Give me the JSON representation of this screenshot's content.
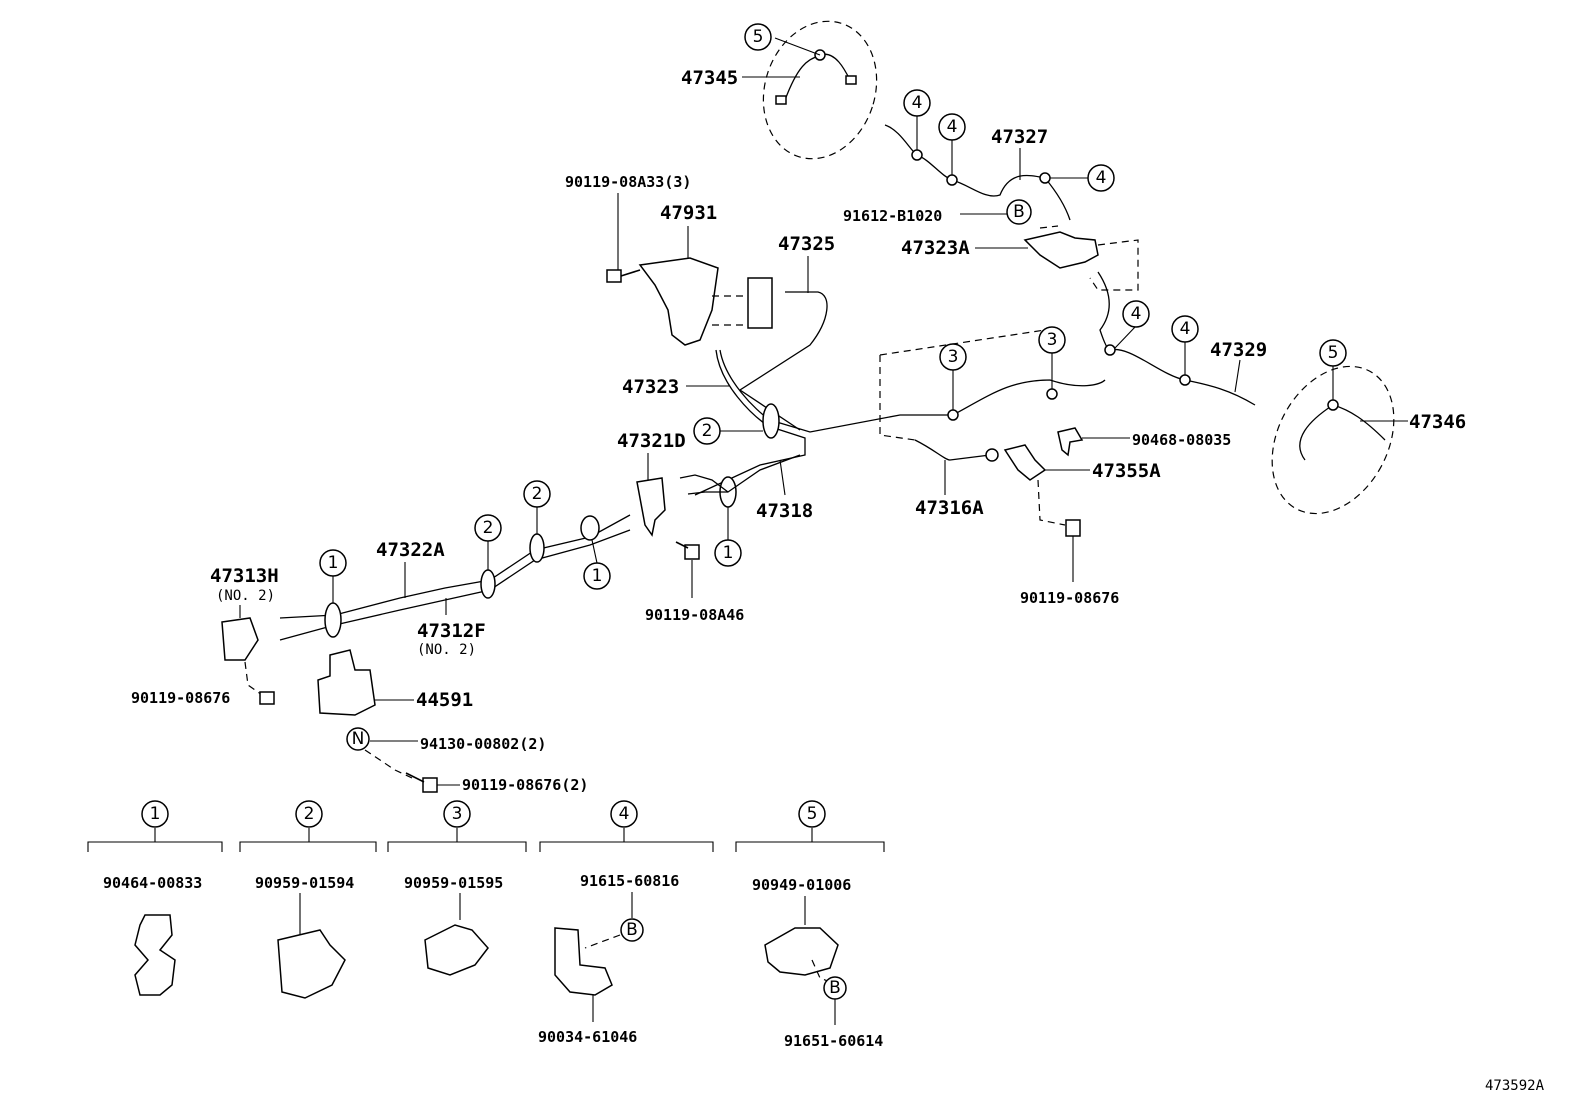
{
  "diagram_id": "473592A",
  "labels": {
    "p47345": "47345",
    "p47327": "47327",
    "p47931": "47931",
    "p47325": "47325",
    "p90119_08A33": "90119-08A33(3)",
    "p91612_B1020": "91612-B1020",
    "p47323A": "47323A",
    "p47323": "47323",
    "p47321D": "47321D",
    "p47329": "47329",
    "p47346": "47346",
    "p90468_08035": "90468-08035",
    "p47355A": "47355A",
    "p47316A": "47316A",
    "p47318": "47318",
    "p90119_08A46": "90119-08A46",
    "p90119_08676_right": "90119-08676",
    "p47313H": "47313H",
    "p47313H_note": "(NO. 2)",
    "p47322A": "47322A",
    "p47312F": "47312F",
    "p47312F_note": "(NO. 2)",
    "p90119_08676_left": "90119-08676",
    "p44591": "44591",
    "p94130_00802": "94130-00802(2)",
    "p90119_08676_bottom": "90119-08676(2)"
  },
  "callouts": {
    "c1": "1",
    "c2": "2",
    "c3": "3",
    "c4": "4",
    "c5": "5",
    "cB": "B",
    "cN": "N"
  },
  "legend": {
    "g1": {
      "key": "1",
      "part": "90464-00833"
    },
    "g2": {
      "key": "2",
      "part": "90959-01594"
    },
    "g3": {
      "key": "3",
      "part": "90959-01595"
    },
    "g4": {
      "key": "4",
      "part_top": "91615-60816",
      "part_bottom": "90034-61046"
    },
    "g5": {
      "key": "5",
      "part_top": "90949-01006",
      "part_bottom": "91651-60614"
    }
  }
}
